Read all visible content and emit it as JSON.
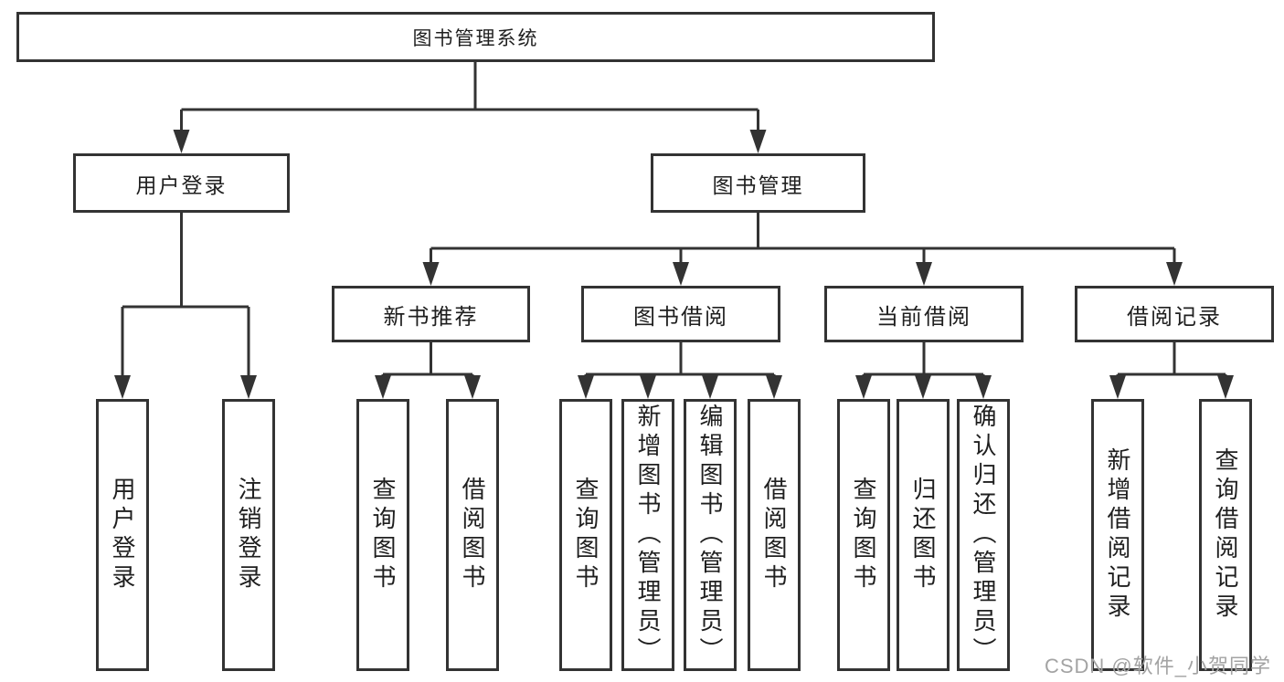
{
  "diagram": {
    "root": {
      "label": "图书管理系统"
    },
    "level2": [
      {
        "label": "用户登录"
      },
      {
        "label": "图书管理"
      }
    ],
    "level3": [
      {
        "label": "新书推荐"
      },
      {
        "label": "图书借阅"
      },
      {
        "label": "当前借阅"
      },
      {
        "label": "借阅记录"
      }
    ],
    "leaves": {
      "user_login": [
        "用户登录",
        "注销登录"
      ],
      "new_book_rec": [
        "查询图书",
        "借阅图书"
      ],
      "book_borrow": [
        "查询图书",
        "新增图书（管理员）",
        "编辑图书（管理员）",
        "借阅图书"
      ],
      "current_borrow": [
        "查询图书",
        "归还图书",
        "确认归还（管理员）"
      ],
      "borrow_record": [
        "新增借阅记录",
        "查询借阅记录"
      ]
    },
    "colors": {
      "line": "#333333",
      "text": "#1f1f1f",
      "watermark": "#a3a3a3",
      "background": "#ffffff"
    }
  },
  "watermark": {
    "text": "CSDN @软件_小贺同学"
  }
}
